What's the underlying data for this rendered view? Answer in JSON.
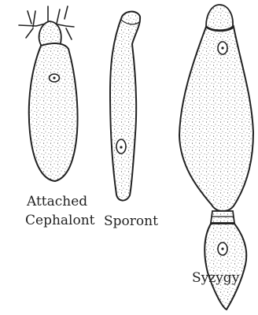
{
  "labels": {
    "attached": "Attached",
    "cephalont": "Cephalont",
    "sporont": "Sporont",
    "syzygy": "Syzygy"
  },
  "colors": {
    "ink": "#222222",
    "stipple": "#555555",
    "background": "#ffffff"
  }
}
